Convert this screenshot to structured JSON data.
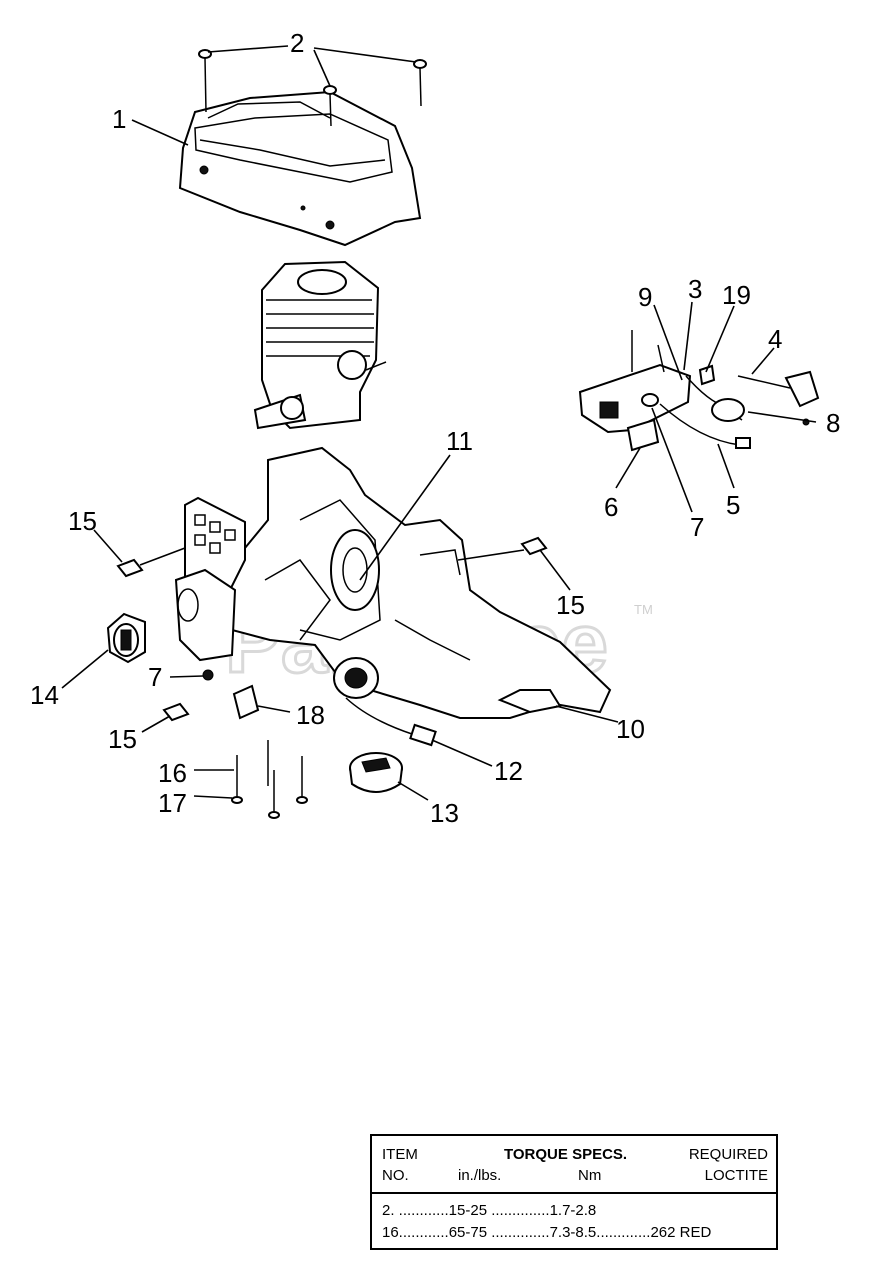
{
  "watermark": {
    "text": "PartsTree",
    "trademark": "TM"
  },
  "callouts": {
    "c1": "1",
    "c2": "2",
    "c3": "3",
    "c4": "4",
    "c5": "5",
    "c6": "6",
    "c7a": "7",
    "c7b": "7",
    "c8": "8",
    "c9": "9",
    "c10": "10",
    "c11": "11",
    "c12": "12",
    "c13": "13",
    "c14": "14",
    "c15a": "15",
    "c15b": "15",
    "c15c": "15",
    "c16": "16",
    "c17": "17",
    "c18": "18",
    "c19": "19"
  },
  "torque_table": {
    "header": {
      "item": "ITEM",
      "no": "NO.",
      "torque_specs": "TORQUE SPECS.",
      "in_lbs": "in./lbs.",
      "nm": "Nm",
      "required": "REQUIRED",
      "loctite": "LOCTITE"
    },
    "rows": [
      "2. ............15-25 ..............1.7-2.8",
      "16............65-75 ..............7.3-8.5.............262 RED"
    ]
  }
}
